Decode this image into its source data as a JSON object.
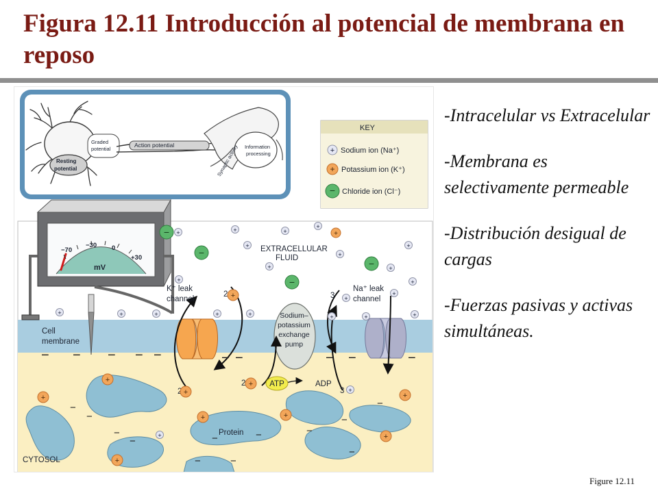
{
  "slide": {
    "title": "Figura 12.11  Introducción al potencial de membrana en reposo",
    "caption": "Figure 12.11"
  },
  "bullets": [
    "-Intracelular vs Extracelular",
    "-Membrana es selectivamente permeable",
    "-Distribución desigual de cargas",
    "-Fuerzas pasivas y activas simultáneas."
  ],
  "figure": {
    "neuron_panel": {
      "graded_potential": "Graded potential",
      "action_potential": "Action potential",
      "synaptic_activity": "Synaptic activity",
      "resting_potential": "Resting potential",
      "information_processing": "Information processing"
    },
    "key": {
      "title": "KEY",
      "sodium": "Sodium ion (Na⁺)",
      "potassium": "Potassium ion (K⁺)",
      "chloride": "Chloride ion (Cl⁻)"
    },
    "membrane": {
      "extracellular_fluid_1": "EXTRACELLULAR",
      "extracellular_fluid_2": "FLUID",
      "k_leak_1": "K⁺ leak",
      "k_leak_2": "channel",
      "na_leak_1": "Na⁺ leak",
      "na_leak_2": "channel",
      "cell_membrane_1": "Cell",
      "cell_membrane_2": "membrane",
      "pump_1": "Sodium–",
      "pump_2": "potassium",
      "pump_3": "exchange",
      "pump_4": "pump",
      "atp": "ATP",
      "adp": "ADP",
      "protein": "Protein",
      "cytosol": "CYTOSOL",
      "meter_m70": "−70",
      "meter_m30": "−30",
      "meter_0": "0",
      "meter_p30": "+30",
      "meter_mv": "mV",
      "pump_count_2a": "2",
      "pump_count_2b": "2",
      "pump_count_3a": "3",
      "pump_count_3b": "3",
      "k_count_2": "2"
    }
  },
  "colors": {
    "title": "#7a1b14",
    "extracellular": "#ffffff",
    "membrane": "#a9cde0",
    "cytosol": "#fbefc2",
    "sodium_ion": "#e6e8f4",
    "potassium_ion": "#f2a65a",
    "chloride_ion": "#5bb66b",
    "protein": "#8fbfd3"
  }
}
